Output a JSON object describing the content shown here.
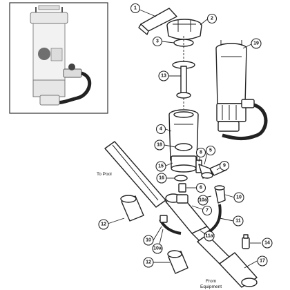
{
  "diagram": {
    "notes": {
      "to_pool": "To Pool",
      "from_equipment_line1": "From",
      "from_equipment_line2": "Equipment"
    },
    "callouts": [
      {
        "key": "c1",
        "label": "1"
      },
      {
        "key": "c2",
        "label": "2"
      },
      {
        "key": "c3",
        "label": "3"
      },
      {
        "key": "c13",
        "label": "13"
      },
      {
        "key": "c19",
        "label": "19"
      },
      {
        "key": "c4",
        "label": "4"
      },
      {
        "key": "c18",
        "label": "18"
      },
      {
        "key": "c8",
        "label": "8"
      },
      {
        "key": "c5",
        "label": "5"
      },
      {
        "key": "c15",
        "label": "15"
      },
      {
        "key": "c9",
        "label": "9"
      },
      {
        "key": "c16",
        "label": "16"
      },
      {
        "key": "c6",
        "label": "6"
      },
      {
        "key": "c7",
        "label": "7"
      },
      {
        "key": "c10a",
        "label": "10a"
      },
      {
        "key": "c10b",
        "label": "10"
      },
      {
        "key": "c12a",
        "label": "12"
      },
      {
        "key": "c11",
        "label": "11"
      },
      {
        "key": "c10c",
        "label": "10"
      },
      {
        "key": "c11a",
        "label": "11a"
      },
      {
        "key": "c10d",
        "label": "10a"
      },
      {
        "key": "c14",
        "label": "14"
      },
      {
        "key": "c12b",
        "label": "12"
      },
      {
        "key": "c17",
        "label": "17"
      }
    ]
  }
}
